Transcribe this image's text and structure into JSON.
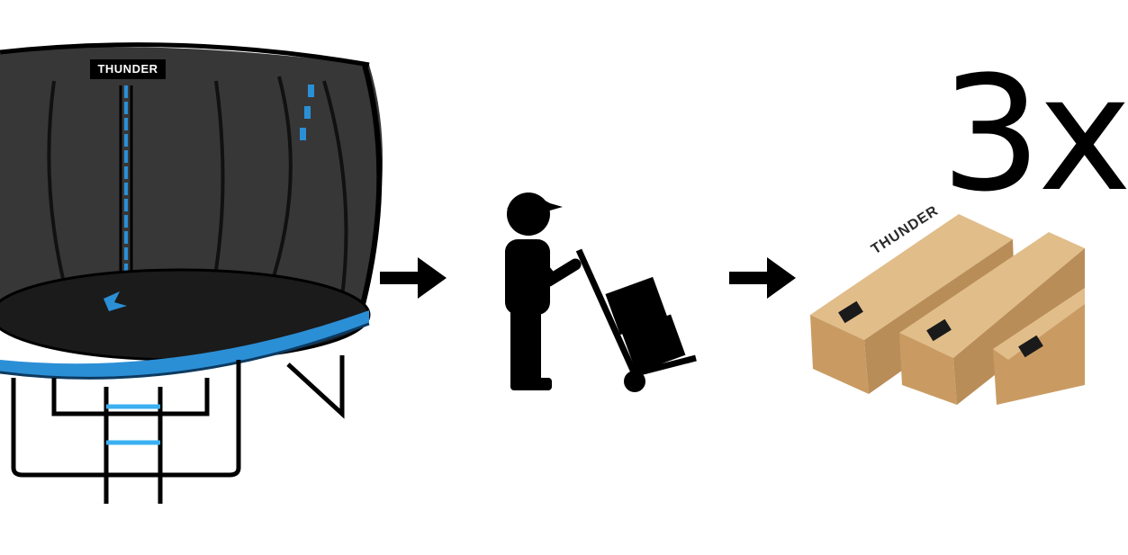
{
  "brand": {
    "trampoline_logo": "THUNDER",
    "box_logo": "THUNDER"
  },
  "multiplier": {
    "text": "3x"
  },
  "colors": {
    "accent_blue": "#2b8fd6",
    "net_gray": "#2a2a2a",
    "frame_black": "#000000",
    "cardboard": "#d5ad78",
    "cardboard_dark": "#b98d58",
    "background": "#ffffff"
  },
  "icons": {
    "arrow_1": "arrow-right-icon",
    "courier": "delivery-man-with-hand-truck-icon",
    "arrow_2": "arrow-right-icon"
  },
  "boxes": {
    "count_shown": 3
  }
}
